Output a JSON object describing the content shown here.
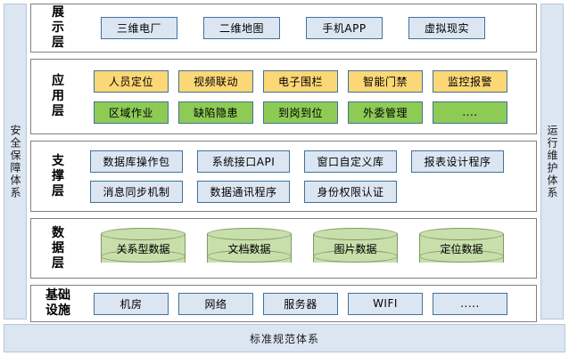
{
  "rails": {
    "left": {
      "label": "安全保障体系",
      "color": "#dce6f2"
    },
    "right": {
      "label": "运行维护体系",
      "color": "#dce6f2"
    }
  },
  "bottom_band": {
    "label": "标准规范体系",
    "color": "#dce6f2"
  },
  "colors": {
    "blue_fill": "#dce6f2",
    "yellow_fill": "#fcd775",
    "green_fill": "#8dcb55",
    "cylinder_fill": "#c8dfac",
    "node_border": "#41719c",
    "panel_border": "#808080"
  },
  "layers": [
    {
      "id": "presentation",
      "label_chars": [
        "展",
        "示",
        "层"
      ],
      "rows": [
        {
          "style": "blue",
          "items": [
            "三维电厂",
            "二维地图",
            "手机APP",
            "虚拟现实"
          ]
        }
      ]
    },
    {
      "id": "application",
      "label_chars": [
        "应",
        "用",
        "层"
      ],
      "rows": [
        {
          "style": "yellow",
          "items": [
            "人员定位",
            "视频联动",
            "电子围栏",
            "智能门禁",
            "监控报警"
          ]
        },
        {
          "style": "green",
          "items": [
            "区域作业",
            "缺陷隐患",
            "到岗到位",
            "外委管理",
            "...."
          ]
        }
      ]
    },
    {
      "id": "support",
      "label_chars": [
        "支",
        "撑",
        "层"
      ],
      "rows": [
        {
          "style": "blue",
          "items": [
            "数据库操作包",
            "系统接口API",
            "窗口自定义库",
            "报表设计程序"
          ]
        },
        {
          "style": "blue",
          "items": [
            "消息同步机制",
            "数据通讯程序",
            "身份权限认证"
          ]
        }
      ]
    },
    {
      "id": "data",
      "label_chars": [
        "数",
        "据",
        "层"
      ],
      "cylinders": [
        "关系型数据",
        "文档数据",
        "图片数据",
        "定位数据"
      ]
    },
    {
      "id": "infrastructure",
      "label_lines": [
        "基础",
        "设施"
      ],
      "rows": [
        {
          "style": "blue",
          "items": [
            "机房",
            "网络",
            "服务器",
            "WIFI",
            "....."
          ]
        }
      ]
    }
  ]
}
